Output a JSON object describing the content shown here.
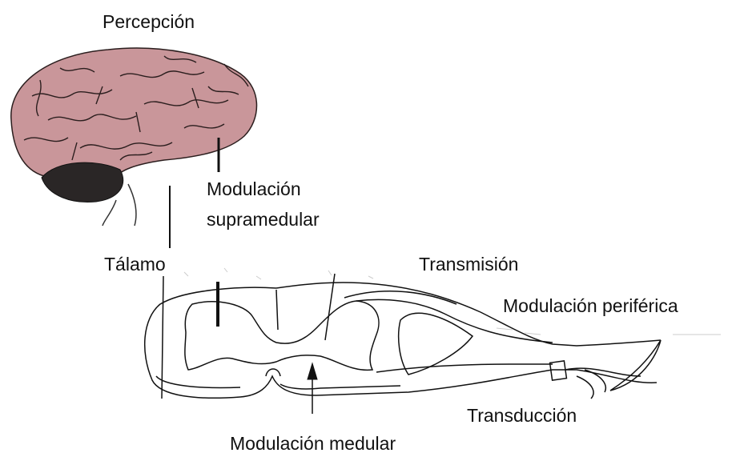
{
  "labels": {
    "percepcion": "Percepción",
    "modulacion_supramedular_1": "Modulación",
    "modulacion_supramedular_2": "supramedular",
    "talamo": "Tálamo",
    "transmision": "Transmisión",
    "modulacion_periferica": "Modulación periférica",
    "transduccion": "Transducción",
    "modulacion_medular": "Modulación medular"
  },
  "colors": {
    "brain_fill": "#c9969a",
    "brain_gyri": "#2b1e1e",
    "cerebellum": "#2a2626",
    "line": "#111111"
  }
}
